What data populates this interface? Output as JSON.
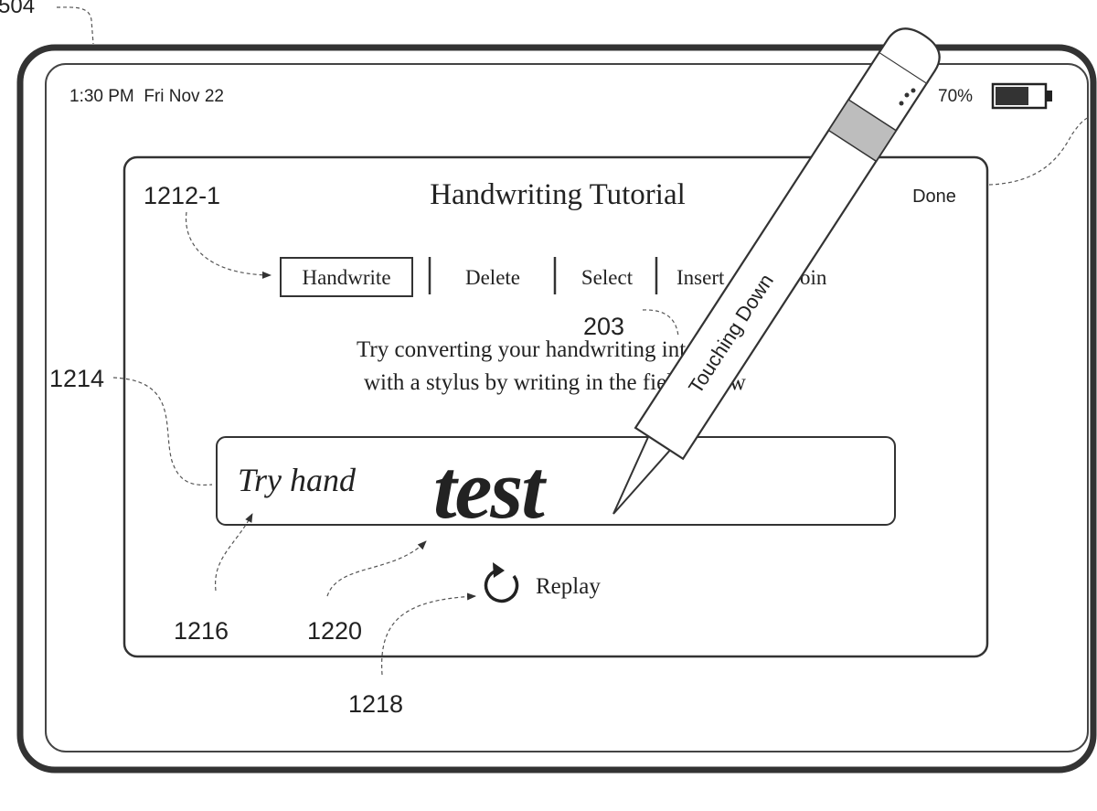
{
  "figure": {
    "ref_device": "504",
    "ref_tabs": "1212-1",
    "ref_sample": "1214",
    "ref_stylus": "203",
    "ref_typed": "1216",
    "ref_ink": "1220",
    "ref_replay": "1218"
  },
  "status_bar": {
    "time_date": "1:30 PM  Fri Nov 22",
    "battery_percent": "70%",
    "battery_level": 0.7
  },
  "dialog": {
    "title": "Handwriting Tutorial",
    "done_label": "Done",
    "tabs": [
      "Handwrite",
      "Delete",
      "Select",
      "Insert",
      "Join"
    ],
    "selected_tab": "Handwrite",
    "instruction_line1": "Try converting your handwriting into type",
    "instruction_line2": "with a stylus by writing in the field below",
    "field": {
      "typed_text": "Try hand",
      "ink_text": "test"
    },
    "replay_label": "Replay"
  },
  "stylus": {
    "label": "Touching Down"
  }
}
